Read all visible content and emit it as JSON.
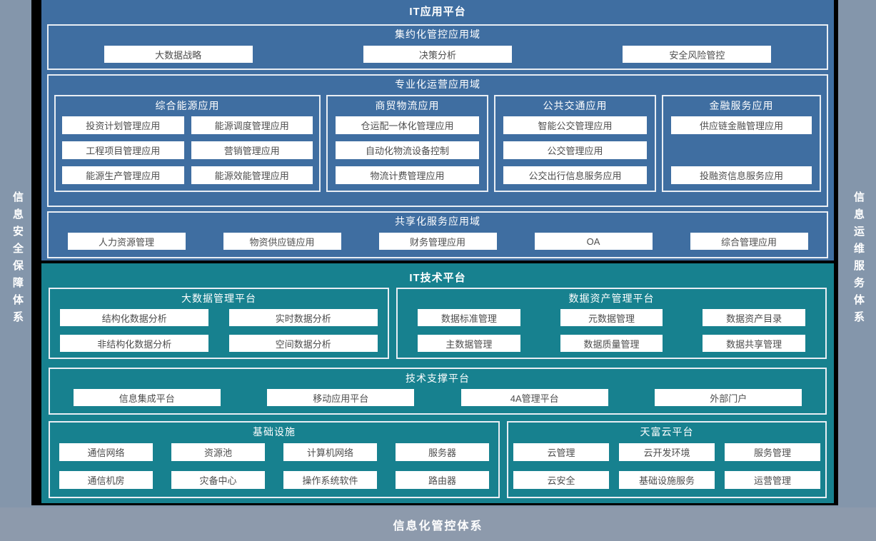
{
  "colors": {
    "app_platform_bg": "#3f6ea1",
    "tech_platform_bg": "#17818f",
    "frame_bg": "#8496ab",
    "box_border": "#e9eef4",
    "button_bg": "#ffffff",
    "button_text": "#4d4d4d",
    "outline": "#000000"
  },
  "side_labels": {
    "left": "信息安全保障体系",
    "right": "信息运维服务体系",
    "bottom": "信息化管控体系"
  },
  "app_platform": {
    "title": "IT应用平台",
    "intensive_domain": {
      "title": "集约化管控应用域",
      "items": [
        "大数据战略",
        "决策分析",
        "安全风险管控"
      ]
    },
    "professional_domain": {
      "title": "专业化运营应用域",
      "groups": [
        {
          "title": "综合能源应用",
          "items": [
            "投资计划管理应用",
            "能源调度管理应用",
            "工程项目管理应用",
            "营销管理应用",
            "能源生产管理应用",
            "能源效能管理应用"
          ]
        },
        {
          "title": "商贸物流应用",
          "items": [
            "仓运配一体化管理应用",
            "自动化物流设备控制",
            "物流计费管理应用"
          ]
        },
        {
          "title": "公共交通应用",
          "items": [
            "智能公交管理应用",
            "公交管理应用",
            "公交出行信息服务应用"
          ]
        },
        {
          "title": "金融服务应用",
          "items": [
            "供应链金融管理应用",
            "投融资信息服务应用"
          ]
        }
      ]
    },
    "shared_domain": {
      "title": "共享化服务应用域",
      "items": [
        "人力资源管理",
        "物资供应链应用",
        "财务管理应用",
        "OA",
        "综合管理应用"
      ]
    }
  },
  "tech_platform": {
    "title": "IT技术平台",
    "bigdata": {
      "title": "大数据管理平台",
      "items": [
        "结构化数据分析",
        "实时数据分析",
        "非结构化数据分析",
        "空间数据分析"
      ]
    },
    "data_asset": {
      "title": "数据资产管理平台",
      "items": [
        "数据标准管理",
        "元数据管理",
        "数据资产目录",
        "主数据管理",
        "数据质量管理",
        "数据共享管理"
      ]
    },
    "tech_support": {
      "title": "技术支撑平台",
      "items": [
        "信息集成平台",
        "移动应用平台",
        "4A管理平台",
        "外部门户"
      ]
    },
    "infrastructure": {
      "title": "基础设施",
      "items": [
        "通信网络",
        "资源池",
        "计算机网络",
        "服务器",
        "通信机房",
        "灾备中心",
        "操作系统软件",
        "路由器"
      ]
    },
    "cloud": {
      "title": "天富云平台",
      "items": [
        "云管理",
        "云开发环境",
        "服务管理",
        "云安全",
        "基础设施服务",
        "运营管理"
      ]
    }
  }
}
